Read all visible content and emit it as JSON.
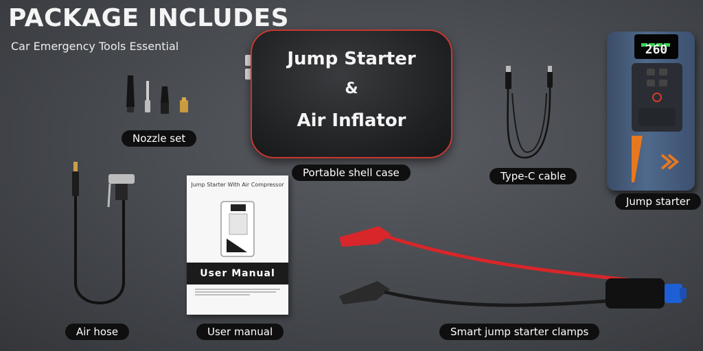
{
  "header": {
    "title": "PACKAGE INCLUDES",
    "subtitle": "Car Emergency Tools Essential"
  },
  "case": {
    "line1": "Jump Starter",
    "line2": "&",
    "line3": "Air Inflator"
  },
  "device": {
    "display_value": "260"
  },
  "manual": {
    "header_text": "Jump Starter With Air Compressor",
    "band_text": "User Manual"
  },
  "labels": {
    "nozzle_set": "Nozzle set",
    "portable_shell_case": "Portable shell case",
    "type_c_cable": "Type-C cable",
    "jump_starter": "Jump starter",
    "air_hose": "Air hose",
    "user_manual": "User manual",
    "smart_clamps": "Smart jump starter clamps"
  },
  "colors": {
    "background": "#45484d",
    "label_bg": "#0f0f10",
    "case_trim": "#c9382e",
    "device_blue": "#4f6a8c",
    "accent_orange": "#e8781f",
    "clamp_red": "#d8262a",
    "connector_blue": "#1e5fd6"
  }
}
